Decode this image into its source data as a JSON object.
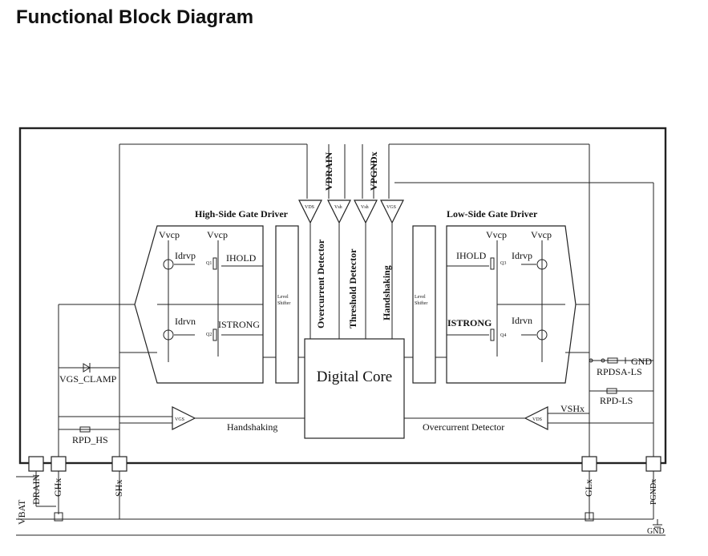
{
  "title": "Functional Block Diagram",
  "blocks": {
    "hs_driver": "High-Side Gate Driver",
    "ls_driver": "Low-Side Gate Driver",
    "level_shifter_line1": "Level",
    "level_shifter_line2": "Shifter",
    "digital_core": "Digital Core",
    "overcurrent_detector_v": "Overcurrent Detector",
    "threshold_detector_v": "Threshold Detector",
    "handshaking_v": "Handshaking"
  },
  "comparators": {
    "vds": "VDS",
    "vsh": "Vsh",
    "vgs": "VGS"
  },
  "signals": {
    "vdrain": "VDRAIN",
    "vpgndx": "VPGNDx",
    "vvcp": "Vvcp",
    "idrvp": "Idrvp",
    "idrvn": "Idrvn",
    "ihold": "IHOLD",
    "istrong": "ISTRONG",
    "q1": "Q1",
    "q2": "Q2",
    "q3": "Q3",
    "q4": "Q4",
    "vgs_clamp": "VGS_CLAMP",
    "rpd_hs": "RPD_HS",
    "rpdsa_ls": "RPDSA-LS",
    "rpd_ls": "RPD-LS",
    "gnd": "GND",
    "vshx": "VSHx",
    "handshaking": "Handshaking",
    "overcurrent_detector": "Overcurrent Detector"
  },
  "pins": {
    "vbat": "VBAT",
    "drain": "DRAIN",
    "ghx": "GHx",
    "shx": "SHx",
    "glx": "GLx",
    "pgndx": "PGNDx",
    "gnd": "GND"
  }
}
